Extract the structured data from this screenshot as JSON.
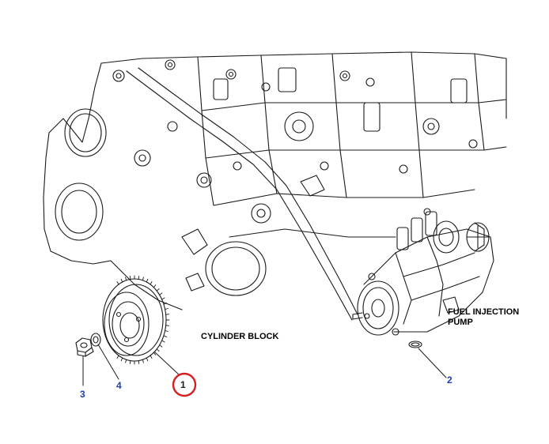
{
  "labels": {
    "cylinder_block": "CYLINDER BLOCK",
    "fuel_pump_line1": "FUEL INJECTION",
    "fuel_pump_line2": "PUMP"
  },
  "callouts": {
    "c1": "1",
    "c2": "2",
    "c3": "3",
    "c4": "4"
  },
  "colors": {
    "line": "#1a1a1a",
    "callout_blue": "#1f3fb0",
    "highlight_red": "#d42020"
  }
}
